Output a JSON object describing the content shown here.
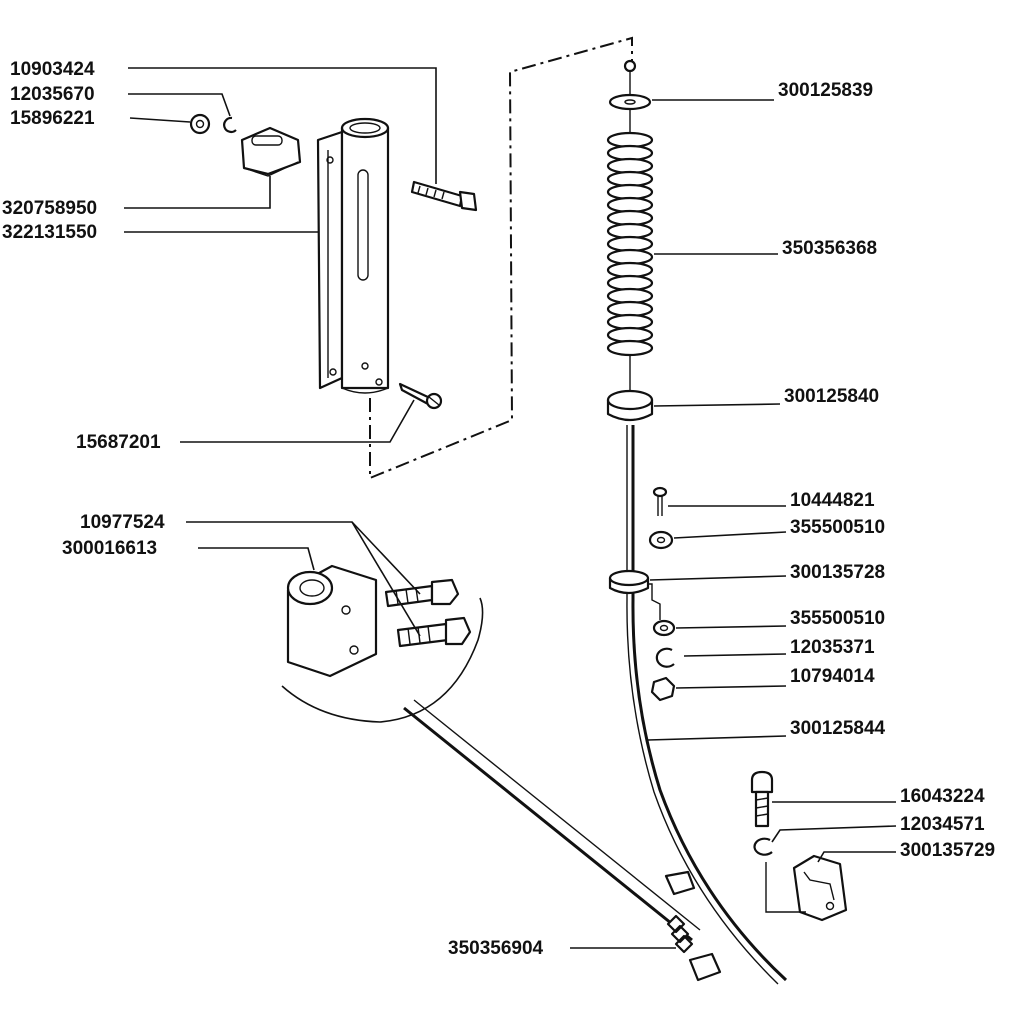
{
  "labels": {
    "p10903424": "10903424",
    "p12035670": "12035670",
    "p15896221": "15896221",
    "p320758950": "320758950",
    "p322131550": "322131550",
    "p15687201": "15687201",
    "p10977524": "10977524",
    "p300016613": "300016613",
    "p350356904": "350356904",
    "p300125839": "300125839",
    "p350356368": "350356368",
    "p300125840": "300125840",
    "p10444821": "10444821",
    "p355500510a": "355500510",
    "p300135728": "300135728",
    "p355500510b": "355500510",
    "p12035371": "12035371",
    "p10794014": "10794014",
    "p300125844": "300125844",
    "p16043224": "16043224",
    "p12034571": "12034571",
    "p300135729": "300135729"
  }
}
